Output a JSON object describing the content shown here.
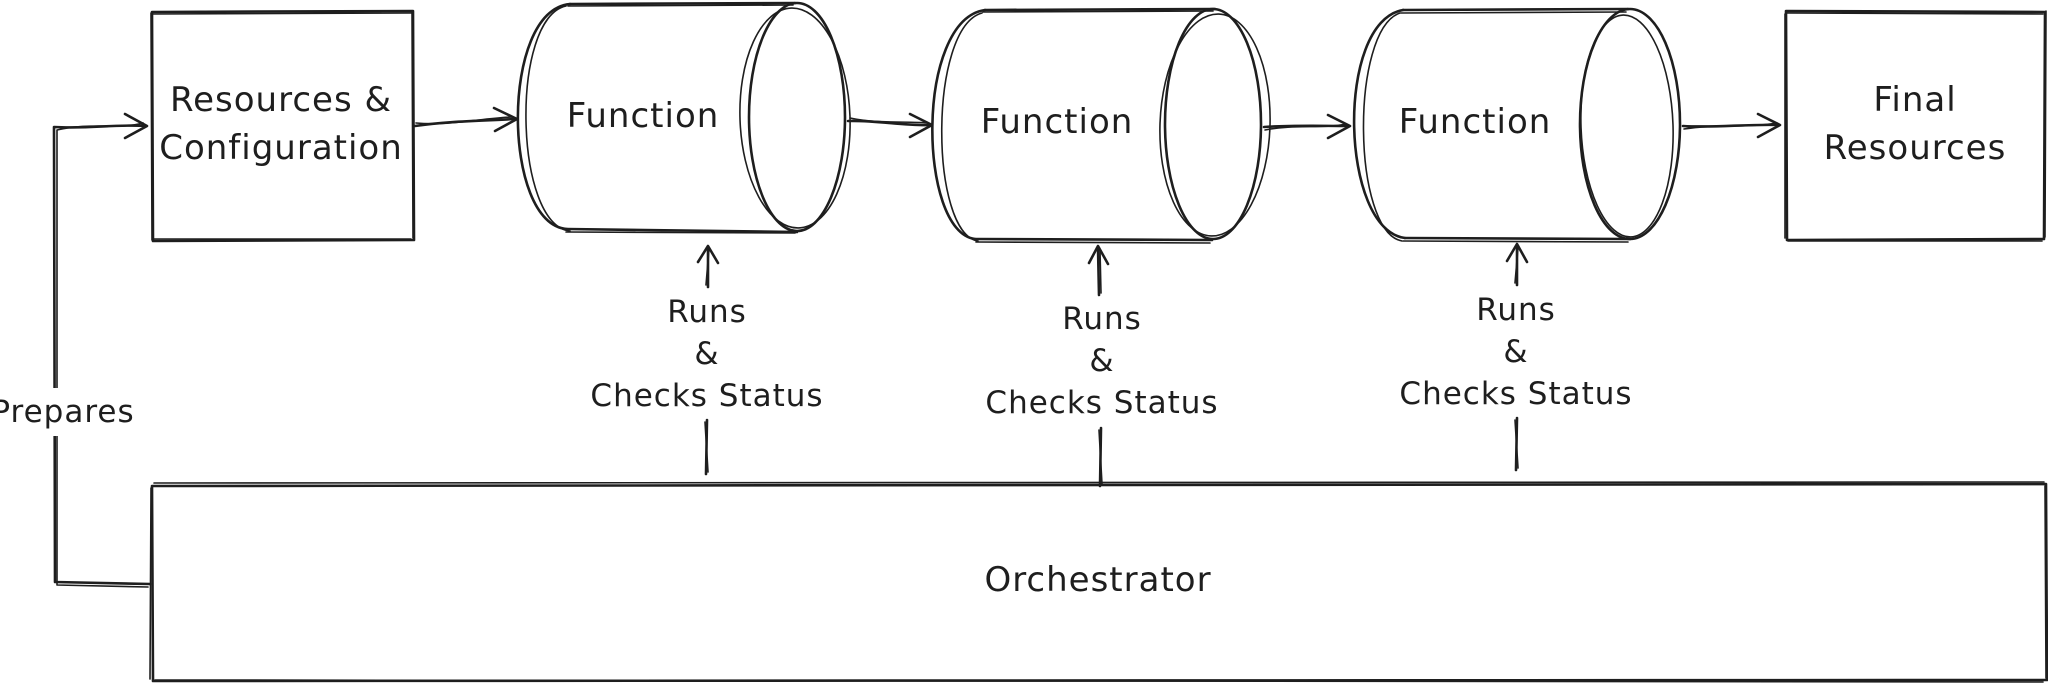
{
  "nodes": {
    "resources_config": {
      "lines": [
        "Resources &",
        "Configuration"
      ]
    },
    "function_1": {
      "label": "Function"
    },
    "function_2": {
      "label": "Function"
    },
    "function_3": {
      "label": "Function"
    },
    "final_resources": {
      "lines": [
        "Final",
        "Resources"
      ]
    },
    "orchestrator": {
      "label": "Orchestrator"
    }
  },
  "edges": {
    "prepares": {
      "label": "Prepares"
    },
    "runs_1": {
      "lines": [
        "Runs",
        "&",
        "Checks Status"
      ]
    },
    "runs_2": {
      "lines": [
        "Runs",
        "&",
        "Checks Status"
      ]
    },
    "runs_3": {
      "lines": [
        "Runs",
        "&",
        "Checks Status"
      ]
    }
  }
}
